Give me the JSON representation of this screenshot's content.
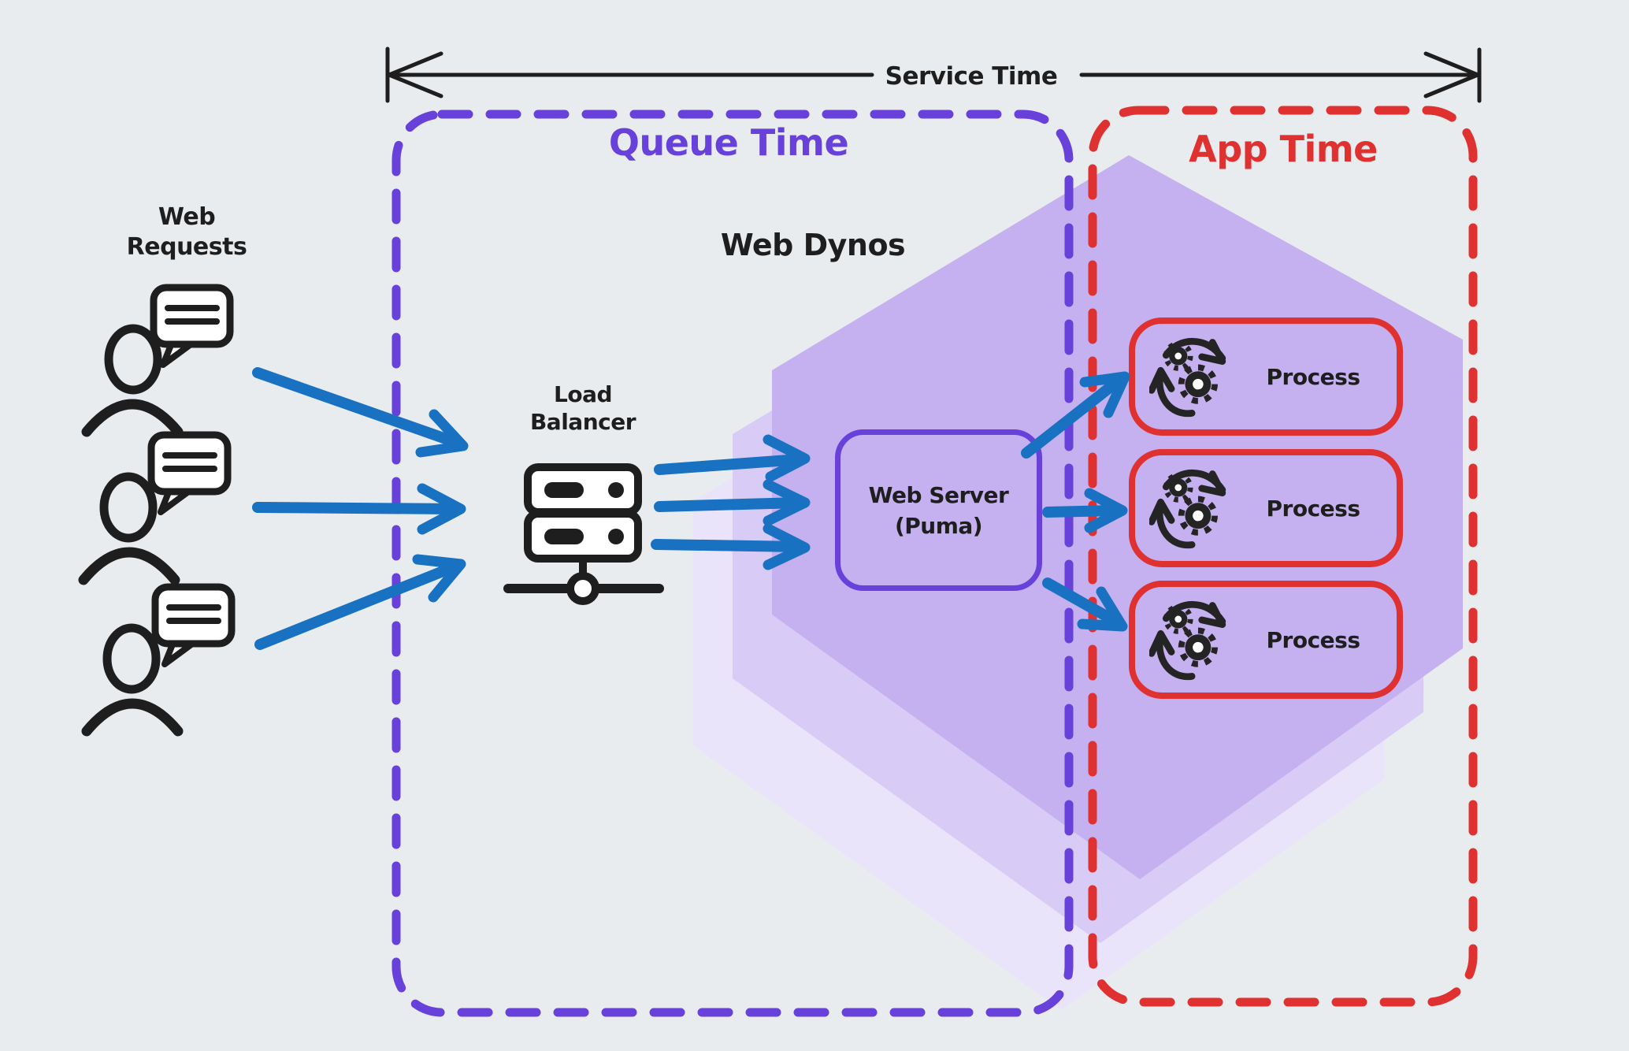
{
  "annotations": {
    "service_time": "Service Time",
    "queue_time": "Queue Time",
    "app_time": "App Time",
    "web_dynos": "Web Dynos"
  },
  "web_requests": {
    "line1": "Web",
    "line2": "Requests"
  },
  "load_balancer": {
    "line1": "Load",
    "line2": "Balancer"
  },
  "web_server": {
    "line1": "Web Server",
    "line2": "(Puma)"
  },
  "processes": [
    {
      "label": "Process"
    },
    {
      "label": "Process"
    },
    {
      "label": "Process"
    }
  ],
  "icons": {
    "user": "user-icon",
    "speech_bubble": "speech-bubble-icon",
    "load_balancer": "server-stack-icon",
    "process": "gears-cycle-icon"
  },
  "colors": {
    "background": "#e9ecef",
    "ink": "#1e1e1e",
    "blue_arrow": "#1971c2",
    "purple": "#6741d9",
    "red": "#e03131",
    "hexagon_front": "#c5b0f0",
    "hexagon_mid": "#d8cbf6",
    "hexagon_back": "#eae4fb",
    "shape_fill": "#ffffff"
  }
}
